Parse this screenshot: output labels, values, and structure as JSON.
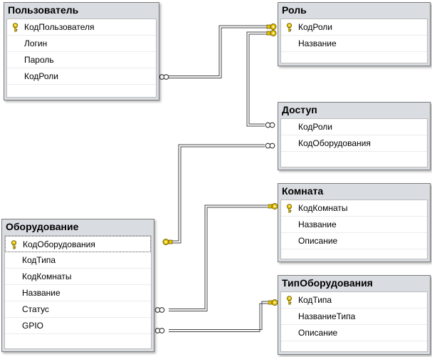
{
  "tables": [
    {
      "id": "user",
      "title": "Пользователь",
      "columns": [
        {
          "name": "КодПользователя",
          "pk": true
        },
        {
          "name": "Логин",
          "pk": false
        },
        {
          "name": "Пароль",
          "pk": false
        },
        {
          "name": "КодРоли",
          "pk": false
        }
      ]
    },
    {
      "id": "role",
      "title": "Роль",
      "columns": [
        {
          "name": "КодРоли",
          "pk": true
        },
        {
          "name": "Название",
          "pk": false
        }
      ]
    },
    {
      "id": "access",
      "title": "Доступ",
      "columns": [
        {
          "name": "КодРоли",
          "pk": false
        },
        {
          "name": "КодОборудования",
          "pk": false
        }
      ]
    },
    {
      "id": "room",
      "title": "Комната",
      "columns": [
        {
          "name": "КодКомнаты",
          "pk": true
        },
        {
          "name": "Название",
          "pk": false
        },
        {
          "name": "Описание",
          "pk": false
        }
      ]
    },
    {
      "id": "equipment",
      "title": "Оборудование",
      "columns": [
        {
          "name": "КодОборудования",
          "pk": true
        },
        {
          "name": "КодТипа",
          "pk": false
        },
        {
          "name": "КодКомнаты",
          "pk": false
        },
        {
          "name": "Название",
          "pk": false
        },
        {
          "name": "Статус",
          "pk": false
        },
        {
          "name": "GPIO",
          "pk": false
        }
      ]
    },
    {
      "id": "equiptype",
      "title": "ТипОборудования",
      "columns": [
        {
          "name": "КодТипа",
          "pk": true
        },
        {
          "name": "НазваниеТипа",
          "pk": false
        },
        {
          "name": "Описание",
          "pk": false
        }
      ]
    }
  ],
  "relationships": [
    {
      "from": "role",
      "to": "user"
    },
    {
      "from": "role",
      "to": "access"
    },
    {
      "from": "equipment",
      "to": "access"
    },
    {
      "from": "room",
      "to": "equipment"
    },
    {
      "from": "equiptype",
      "to": "equipment"
    }
  ],
  "colors": {
    "line": "#444444",
    "key": "#e6c200",
    "header": "#d9dce1",
    "border": "#7d7d7d"
  }
}
